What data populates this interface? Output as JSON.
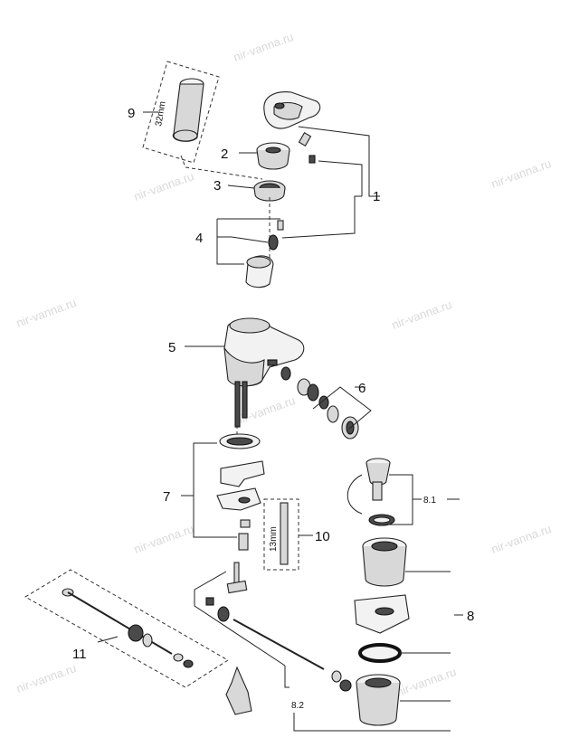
{
  "watermark": "nir-vanna.ru",
  "labels": {
    "l1": "1",
    "l2": "2",
    "l3": "3",
    "l4": "4",
    "l5": "5",
    "l6": "6",
    "l7": "7",
    "l8": "8",
    "l8_1": "8.1",
    "l8_2": "8.2",
    "l9": "9",
    "l10": "10",
    "l11": "11"
  },
  "dimensions": {
    "d9": "32mm",
    "d10": "13mm"
  }
}
